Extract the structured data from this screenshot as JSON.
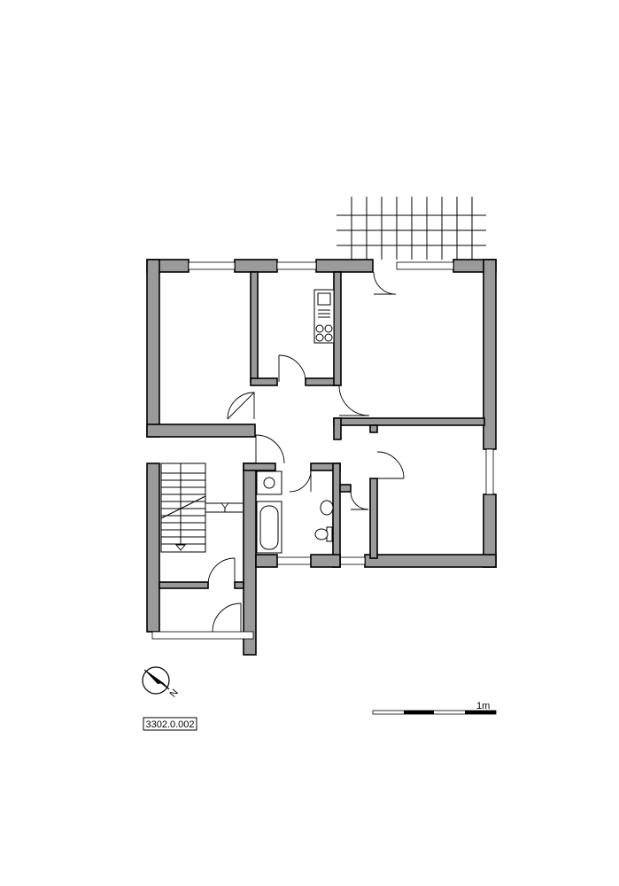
{
  "plan": {
    "id_label": "3302.0.002",
    "north_label": "N",
    "scale_label": "1m"
  }
}
